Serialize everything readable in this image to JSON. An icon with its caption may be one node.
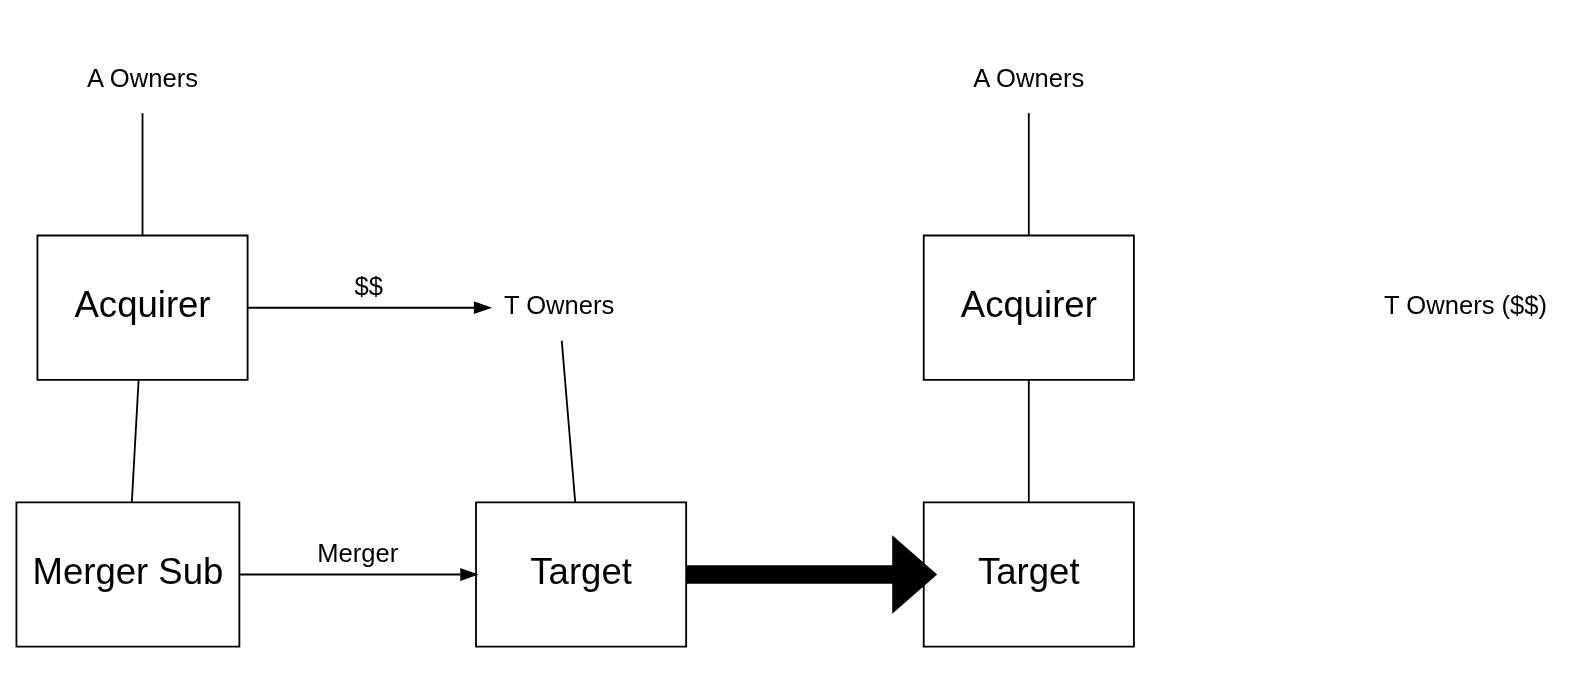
{
  "diagram": {
    "nodes": [
      {
        "text": [
          "A Owners"
        ]
      },
      {
        "text": [
          "Acquirer"
        ]
      },
      {
        "text": [
          "Merger Sub"
        ]
      },
      {
        "text": [
          "T Owners"
        ]
      },
      {
        "text": [
          "Target"
        ]
      },
      {
        "text": [
          "A Owners"
        ]
      },
      {
        "text": [
          "Acquirer"
        ]
      },
      {
        "text": [
          "Target"
        ]
      }
    ],
    "edges": [
      {
        "from": 0,
        "to": 1,
        "arrow": "none"
      },
      {
        "from": 1,
        "to": 2,
        "arrow": "none"
      },
      {
        "from": 1,
        "to": 3,
        "arrow": "to",
        "label": "$$"
      },
      {
        "from": 2,
        "to": 4,
        "arrow": "to",
        "label": "Merger"
      },
      {
        "from": 3,
        "to": 4,
        "arrow": "none"
      },
      {
        "from": 4,
        "to": 7,
        "arrow": "to",
        "style": "thick"
      },
      {
        "from": 5,
        "to": 6,
        "arrow": "none"
      },
      {
        "from": 6,
        "to": 7,
        "arrow": "none"
      }
    ],
    "labels": [
      "T Owners ($$)"
    ]
  }
}
